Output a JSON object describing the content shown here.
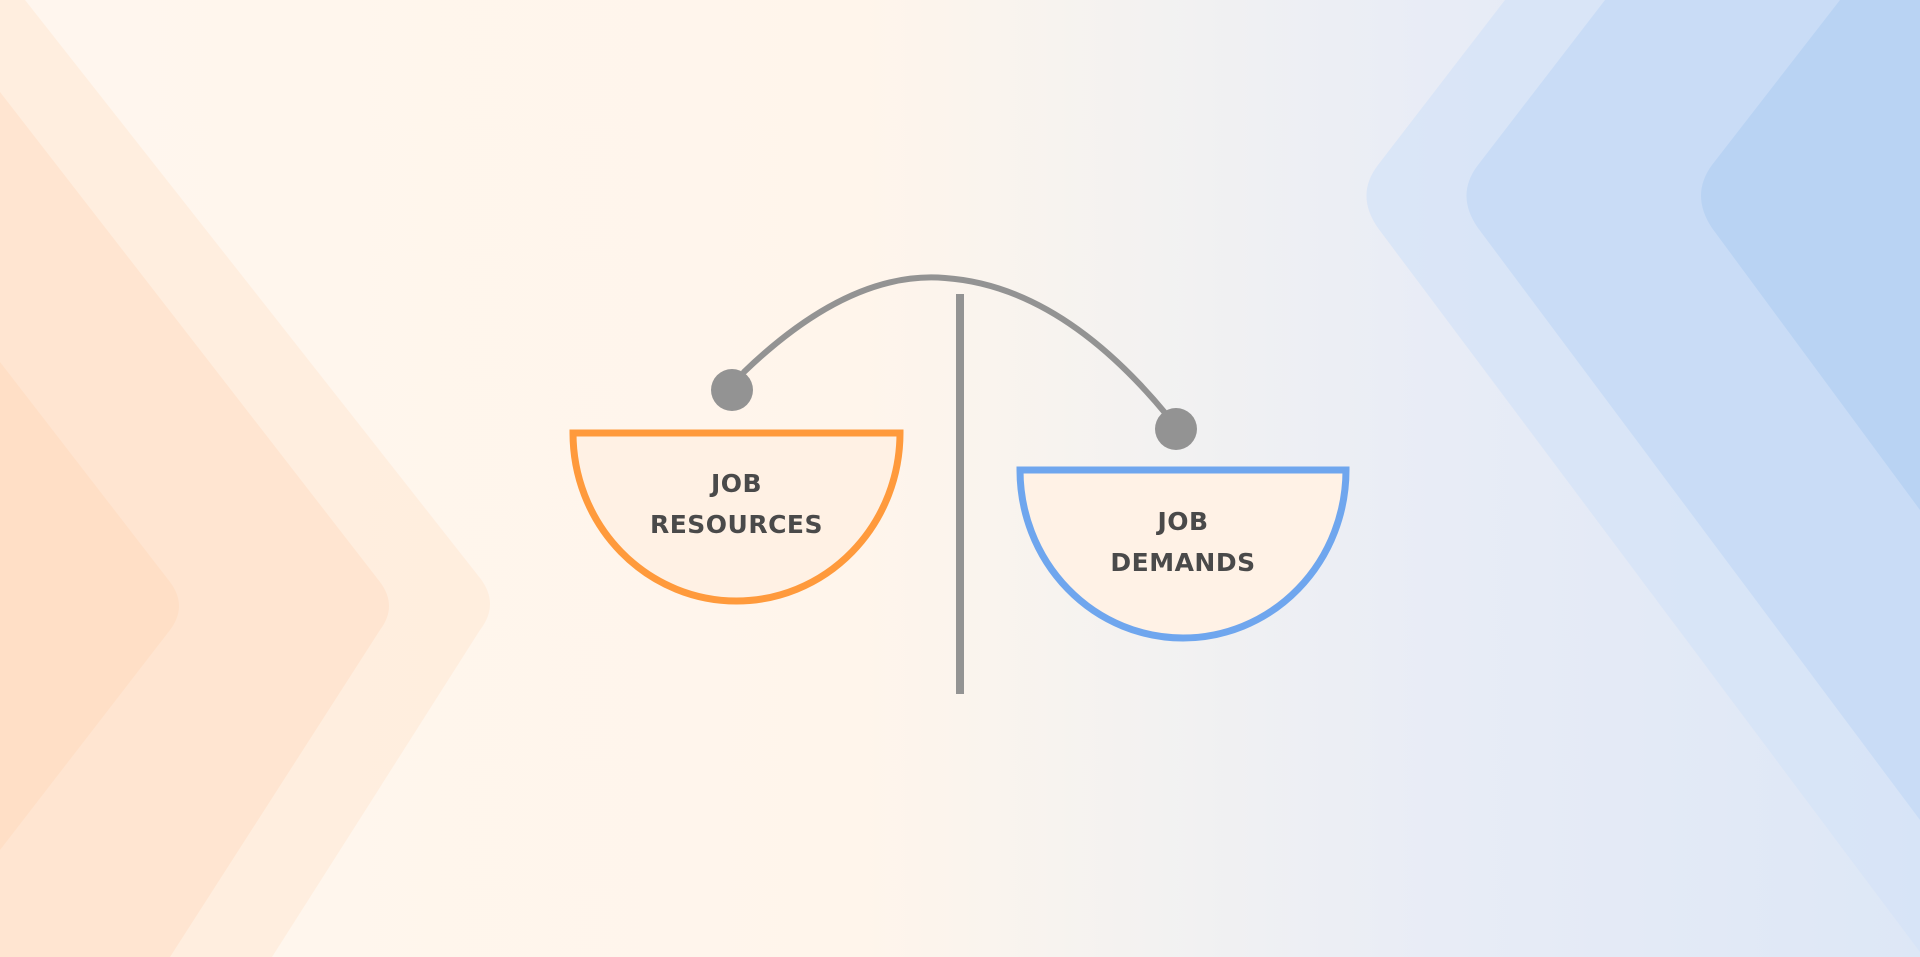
{
  "diagram": {
    "type": "balance-scale",
    "left_pan": {
      "line1": "JOB",
      "line2": "RESOURCES",
      "color": "#ff9a3c",
      "fill": "#fff1e4"
    },
    "right_pan": {
      "line1": "JOB",
      "line2": "DEMANDS",
      "color": "#6fa6ee",
      "fill": "#fff2e6"
    },
    "beam_color": "#939393",
    "background": {
      "left_color": "#ffe0c6",
      "right_color": "#b9d3f3"
    }
  }
}
